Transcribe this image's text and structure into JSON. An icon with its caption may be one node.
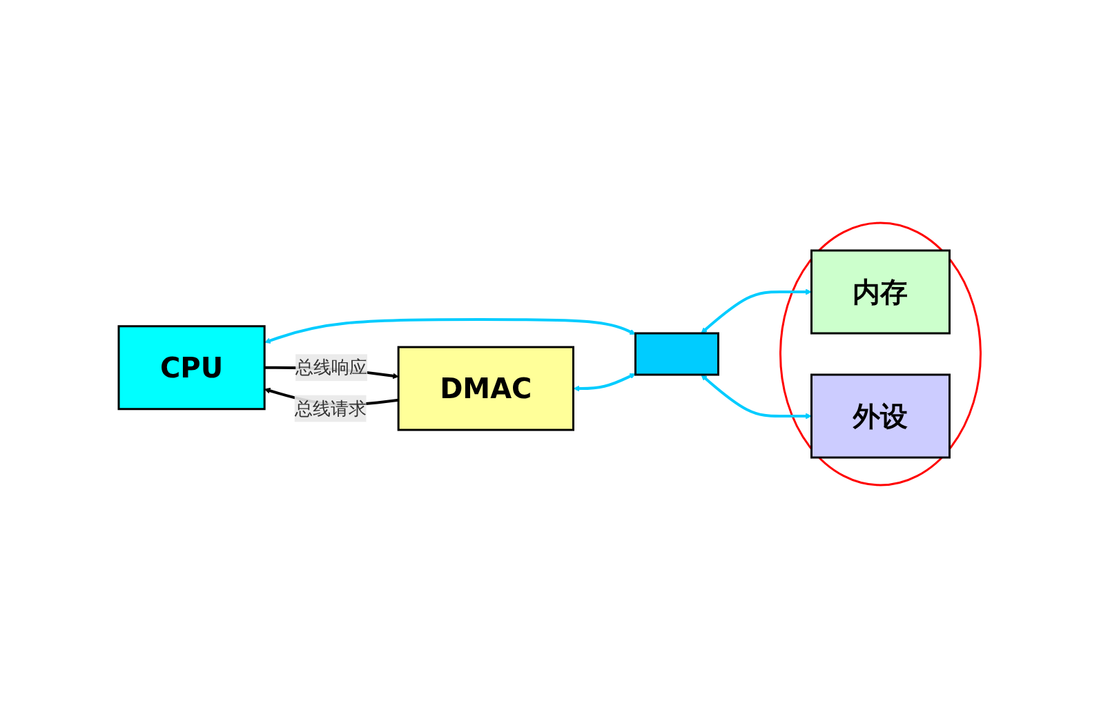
{
  "diagram": {
    "nodes": [
      {
        "text": [
          "CPU"
        ]
      },
      {
        "text": [],
        "shape": "bar"
      },
      {
        "text": [],
        "shape": "ellipse"
      },
      {
        "text": [
          "内存"
        ],
        "in": 2
      },
      {
        "text": [
          "外设"
        ],
        "in": 2
      },
      {
        "text": [
          "DMAC"
        ]
      }
    ],
    "edges": [
      {
        "from": 0,
        "to": 1,
        "arrow": "both",
        "color": "#00ccff"
      },
      {
        "from": 1,
        "to": 3,
        "arrow": "both",
        "color": "#00ccff"
      },
      {
        "from": 5,
        "to": 0,
        "arrow": "to",
        "label": "总线请求",
        "color": "#000000"
      },
      {
        "from": 0,
        "to": 5,
        "arrow": "to",
        "label": "总线响应",
        "color": "#000000"
      },
      {
        "from": 1,
        "to": 4,
        "arrow": "both",
        "color": "#00ccff"
      },
      {
        "from": 5,
        "to": 1,
        "arrow": "both",
        "color": "#00ccff"
      }
    ]
  }
}
